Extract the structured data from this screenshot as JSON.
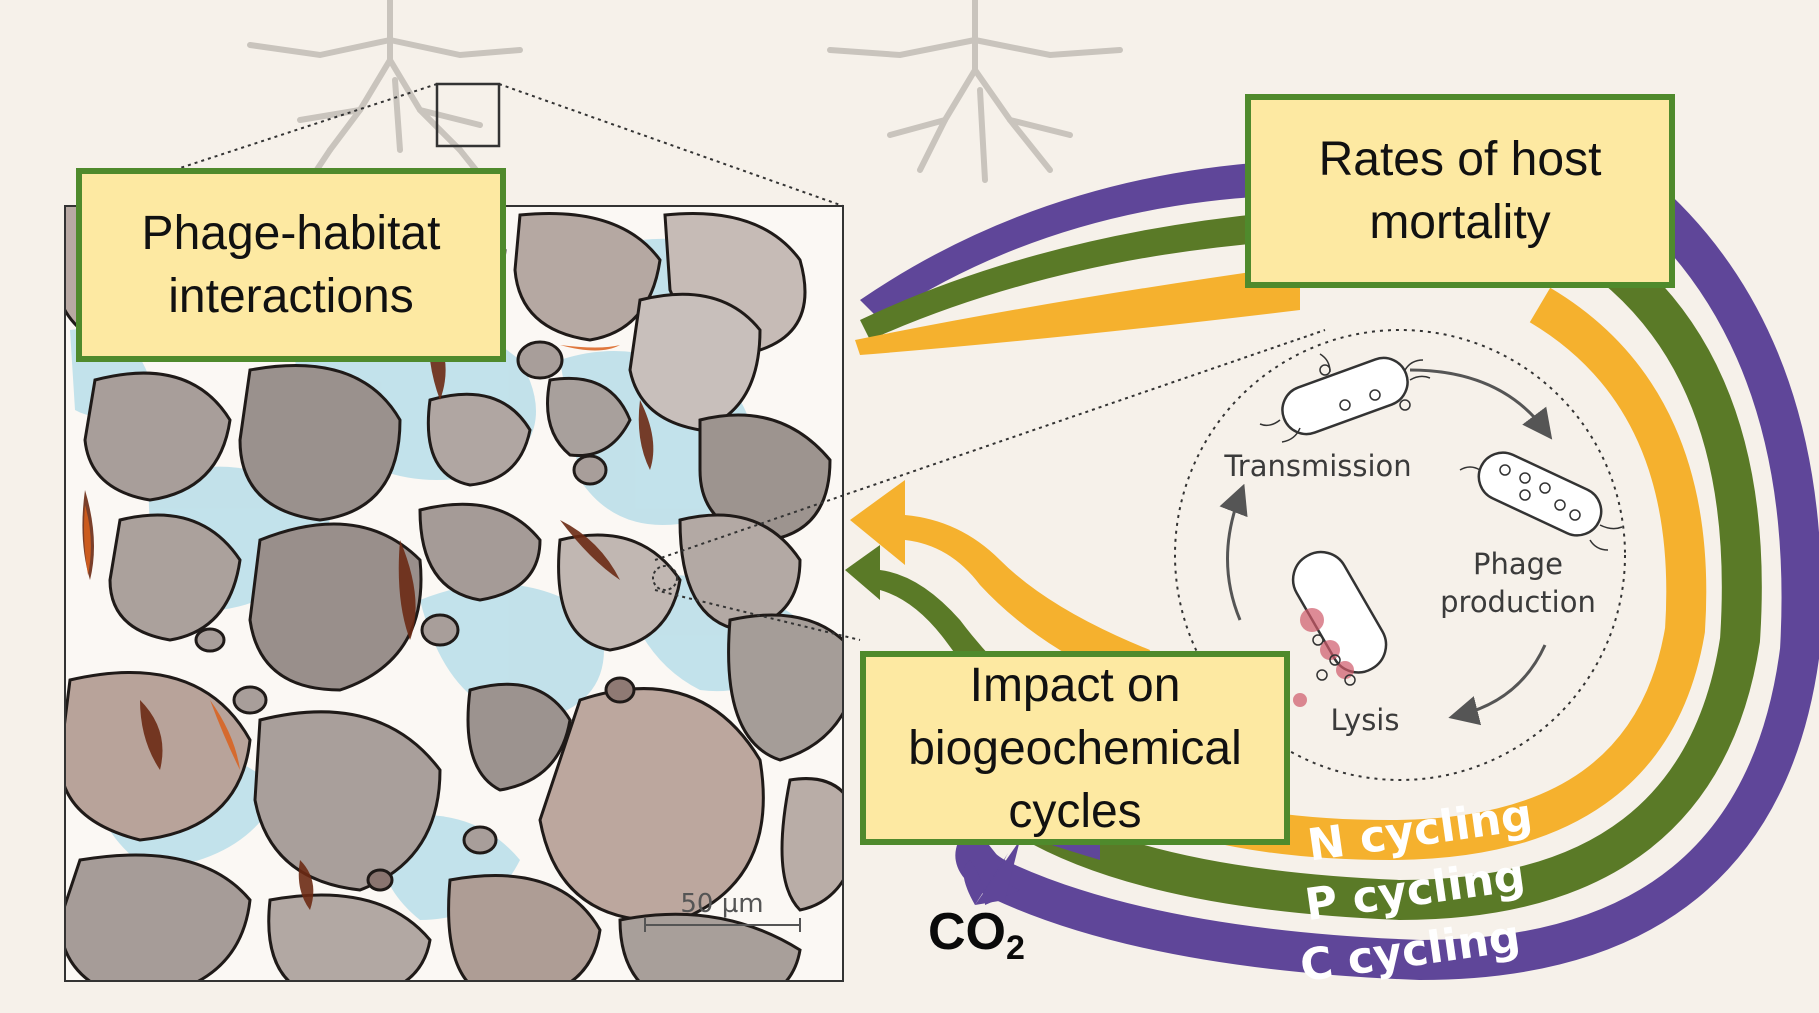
{
  "boxes": {
    "habitat": "Phage-habitat interactions",
    "mortality": "Rates of host mortality",
    "impact": "Impact on biogeochemical cycles"
  },
  "scale_bar": "50 µm",
  "lifecycle": {
    "transmission": "Transmission",
    "phage_line1": "Phage",
    "phage_line2": "production",
    "lysis": "Lysis"
  },
  "cycles": {
    "n": "N cycling",
    "p": "P cycling",
    "c": "C cycling"
  },
  "co2": {
    "base": "CO",
    "sub": "2"
  },
  "colors": {
    "box_fill": "#fde9a2",
    "box_border": "#4f8a2c",
    "n_cycle": "#f5b12e",
    "p_cycle": "#5a7a27",
    "c_cycle": "#5f4699",
    "water": "#bfe0ea",
    "mineral": "#a89e9a"
  }
}
